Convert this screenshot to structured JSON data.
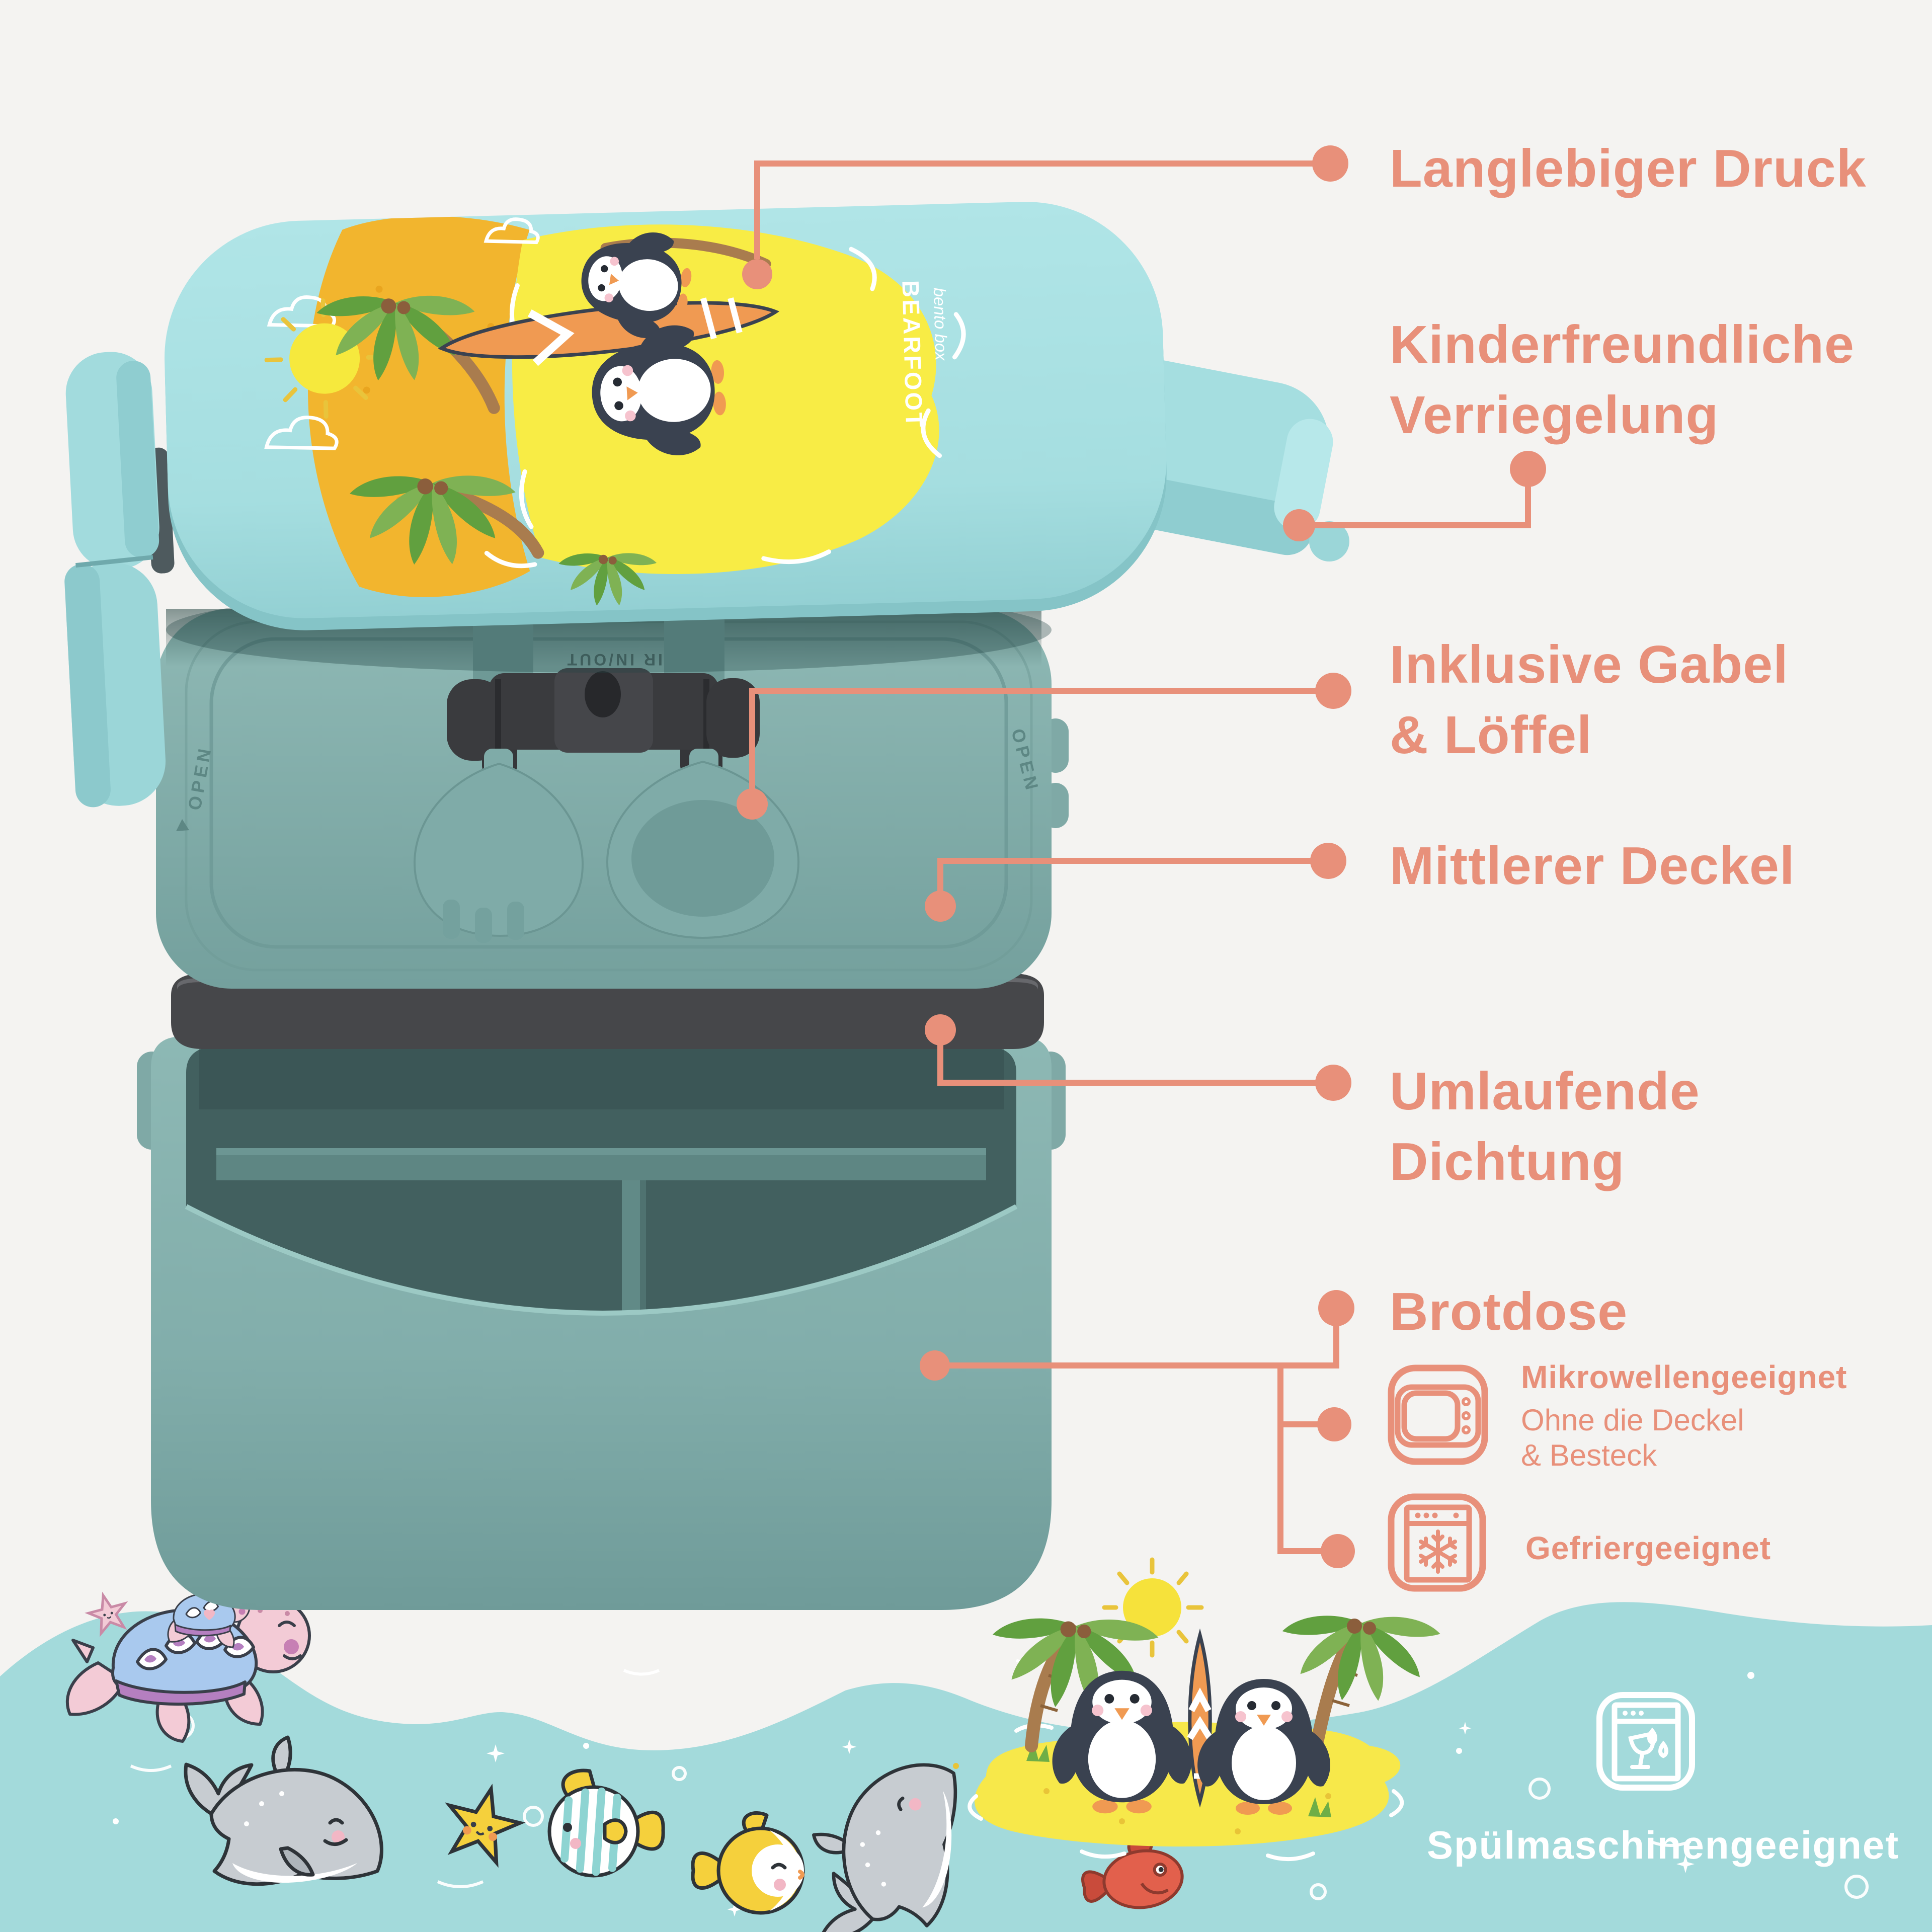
{
  "background_color": "#F4F3F1",
  "accent_color": "#E8907A",
  "callouts": {
    "durable_print": {
      "label": "Langlebiger Druck"
    },
    "child_lock": {
      "line1": "Kinderfreundliche",
      "line2": "Verriegelung"
    },
    "cutlery": {
      "line1": "Inklusive Gabel",
      "line2": "& Löffel"
    },
    "middle_lid": {
      "label": "Mittlerer Deckel"
    },
    "seal": {
      "line1": "Umlaufende",
      "line2": "Dichtung"
    },
    "lunchbox": {
      "label": "Brotdose"
    },
    "microwave": {
      "title": "Mikrowellengeeignet",
      "sub1": "Ohne die Deckel",
      "sub2": "& Besteck"
    },
    "freezer": {
      "label": "Gefriergeeignet"
    },
    "dishwasher": {
      "label": "Spülmaschinengeeignet"
    }
  },
  "product": {
    "brand": "BEARFOOT",
    "brand_tagline": "bento box",
    "open_marking_left": "OPEN",
    "open_marking_right": "OPEN",
    "vent_marking": "AIR IN/OUT"
  },
  "icons": {
    "microwave": "microwave-safe-icon",
    "freezer": "freezer-safe-icon",
    "dishwasher": "dishwasher-safe-icon"
  },
  "palette": {
    "lid_aqua": "#A9E0E2",
    "body_sage": "#86B1AE",
    "seal_dark": "#46474A",
    "wave_aqua": "#A3DADB",
    "island_yellow": "#F8EC45",
    "penguin_navy": "#3A4250",
    "text_white": "#FFFFFF"
  }
}
